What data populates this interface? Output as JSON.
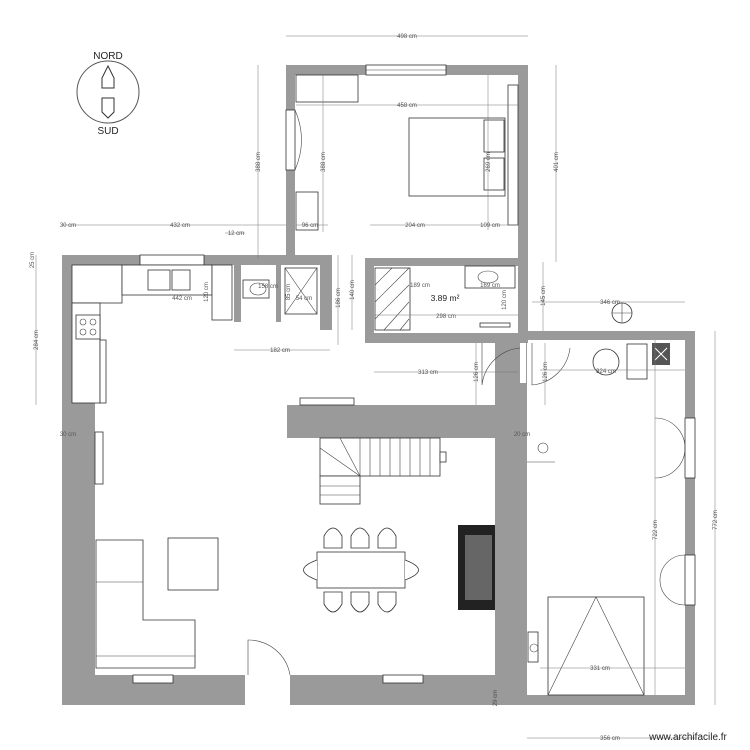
{
  "compass": {
    "north": "NORD",
    "south": "SUD"
  },
  "watermark": "www.archifacile.fr",
  "area_label": "3.89 m²",
  "dimensions": {
    "d498": "498 cm",
    "d458": "458 cm",
    "d388a": "388 cm",
    "d388b": "388 cm",
    "d269": "269 cm",
    "d401": "401 cm",
    "d96": "96 cm",
    "d204": "204 cm",
    "d109": "109 cm",
    "d30a": "30 cm",
    "d432": "432 cm",
    "d12": "12 cm",
    "d25": "25 cm",
    "d442": "442 cm",
    "d120a": "120 cm",
    "d158": "158 cm",
    "d85": "85 cm",
    "d54": "54 cm",
    "d186": "186 cm",
    "d140": "140 cm",
    "d189": "189 cm",
    "d169": "169 cm",
    "d298": "298 cm",
    "d120b": "120 cm",
    "d145": "145 cm",
    "d346": "346 cm",
    "d284": "284 cm",
    "d182": "182 cm",
    "d313": "313 cm",
    "d126a": "126 cm",
    "d126b": "126 cm",
    "d324": "324 cm",
    "d30b": "30 cm",
    "d20": "20 cm",
    "d722": "722 cm",
    "d772": "772 cm",
    "d331": "331 cm",
    "d356": "356 cm",
    "d29": "29 cm"
  },
  "colors": {
    "wall": "#9a9a9a",
    "furniture_stroke": "#333333",
    "dimension": "#555555"
  }
}
